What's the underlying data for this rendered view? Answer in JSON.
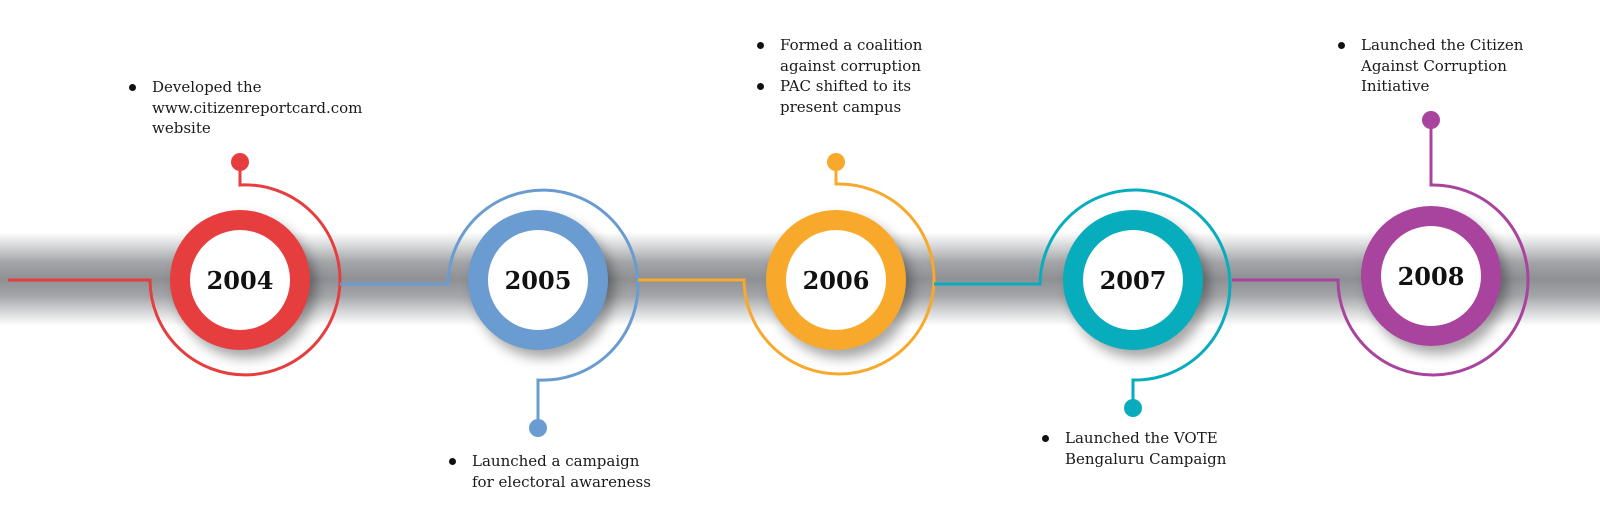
{
  "timeline": [
    {
      "year": "2004",
      "color": "#e63e3f",
      "notes": [
        "Developed the\nwww.citizenreportcard.com\nwebsite"
      ]
    },
    {
      "year": "2005",
      "color": "#6a9bd1",
      "notes": [
        "Launched a campaign\nfor electoral awareness"
      ]
    },
    {
      "year": "2006",
      "color": "#f8a92b",
      "notes": [
        "Formed a coalition\nagainst corruption",
        "PAC shifted to its\npresent campus"
      ]
    },
    {
      "year": "2007",
      "color": "#08adbd",
      "notes": [
        "Launched the VOTE\nBengaluru Campaign"
      ]
    },
    {
      "year": "2008",
      "color": "#a8449e",
      "notes": [
        "Launched the Citizen\nAgainst Corruption\nInitiative"
      ]
    }
  ]
}
